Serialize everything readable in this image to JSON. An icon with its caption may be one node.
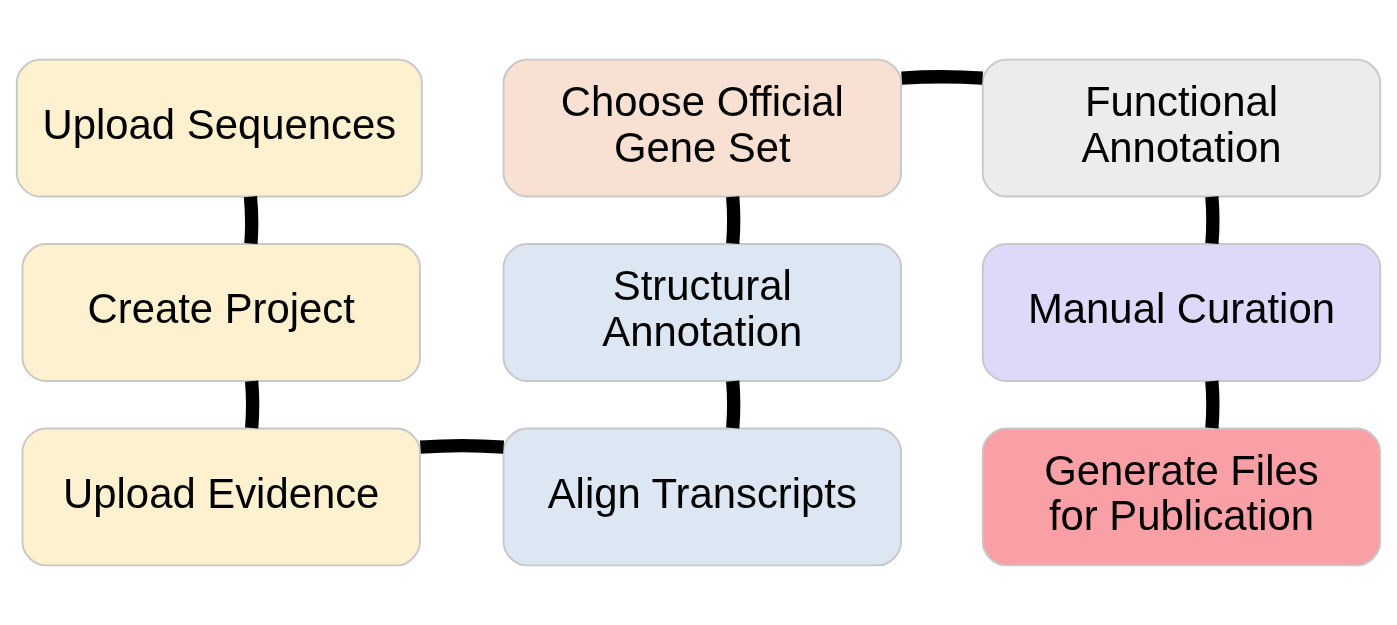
{
  "diagram": {
    "nodes": [
      {
        "text": [
          "Upload Sequences"
        ]
      },
      {
        "text": [
          "Create Project"
        ]
      },
      {
        "text": [
          "Upload Evidence"
        ]
      },
      {
        "text": [
          "Align Transcripts"
        ]
      },
      {
        "text": [
          "Structural Annotation"
        ]
      },
      {
        "text": [
          "Choose Official Gene Set"
        ]
      },
      {
        "text": [
          "Functional Annotation"
        ]
      },
      {
        "text": [
          "Manual Curation"
        ]
      },
      {
        "text": [
          "Generate Files for Publication"
        ]
      }
    ],
    "edges": [
      {
        "from": 0,
        "to": 1,
        "arrow": "none"
      },
      {
        "from": 1,
        "to": 2,
        "arrow": "none"
      },
      {
        "from": 2,
        "to": 3,
        "arrow": "none"
      },
      {
        "from": 3,
        "to": 4,
        "arrow": "none"
      },
      {
        "from": 4,
        "to": 5,
        "arrow": "none"
      },
      {
        "from": 5,
        "to": 6,
        "arrow": "none"
      },
      {
        "from": 6,
        "to": 7,
        "arrow": "none"
      },
      {
        "from": 7,
        "to": 8,
        "arrow": "none"
      }
    ]
  }
}
